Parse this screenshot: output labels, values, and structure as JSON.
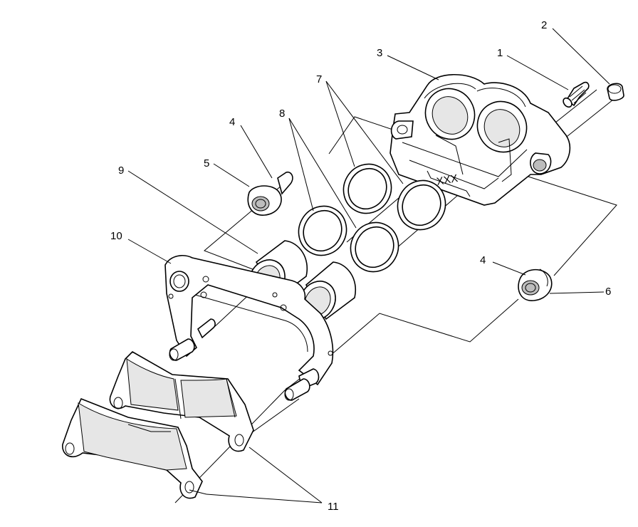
{
  "diagram": {
    "caliper_marking": "XXX",
    "callouts": [
      {
        "id": "1",
        "text": "1"
      },
      {
        "id": "2",
        "text": "2"
      },
      {
        "id": "3",
        "text": "3"
      },
      {
        "id": "4a",
        "text": "4"
      },
      {
        "id": "4b",
        "text": "4"
      },
      {
        "id": "5",
        "text": "5"
      },
      {
        "id": "6",
        "text": "6"
      },
      {
        "id": "7",
        "text": "7"
      },
      {
        "id": "8",
        "text": "8"
      },
      {
        "id": "9",
        "text": "9"
      },
      {
        "id": "10",
        "text": "10"
      },
      {
        "id": "11",
        "text": "11"
      }
    ]
  }
}
